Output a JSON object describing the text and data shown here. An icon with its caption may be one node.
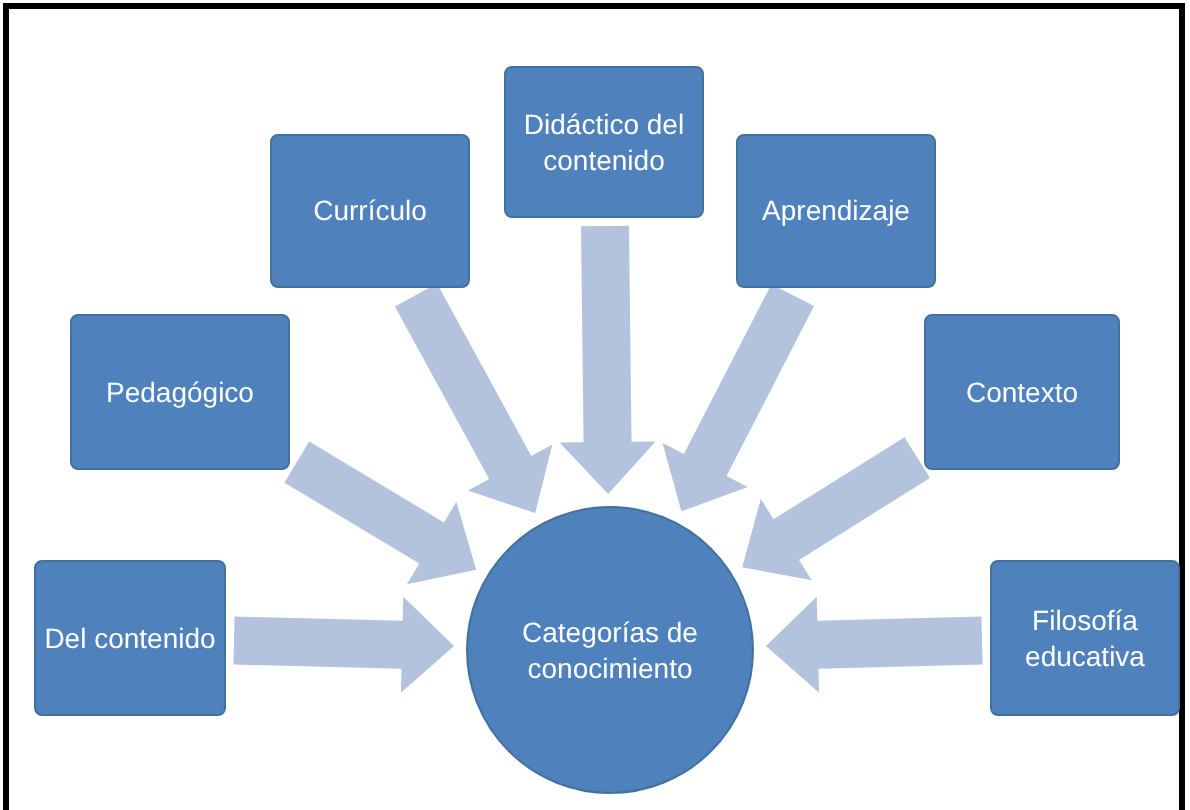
{
  "diagram": {
    "nodes": [
      {
        "text": [
          "Del contenido"
        ]
      },
      {
        "text": [
          "Pedagógico"
        ]
      },
      {
        "text": [
          "Currículo"
        ]
      },
      {
        "text": [
          "Didáctico del contenido"
        ]
      },
      {
        "text": [
          "Aprendizaje"
        ]
      },
      {
        "text": [
          "Contexto"
        ]
      },
      {
        "text": [
          "Filosofía educativa"
        ]
      },
      {
        "text": [
          "Categorías de conocimiento"
        ]
      }
    ],
    "edges": [
      {
        "from": 0,
        "to": 7,
        "arrow": "to"
      },
      {
        "from": 1,
        "to": 7,
        "arrow": "to"
      },
      {
        "from": 2,
        "to": 7,
        "arrow": "to"
      },
      {
        "from": 3,
        "to": 7,
        "arrow": "to"
      },
      {
        "from": 4,
        "to": 7,
        "arrow": "to"
      },
      {
        "from": 5,
        "to": 7,
        "arrow": "to"
      },
      {
        "from": 6,
        "to": 7,
        "arrow": "to"
      }
    ]
  }
}
